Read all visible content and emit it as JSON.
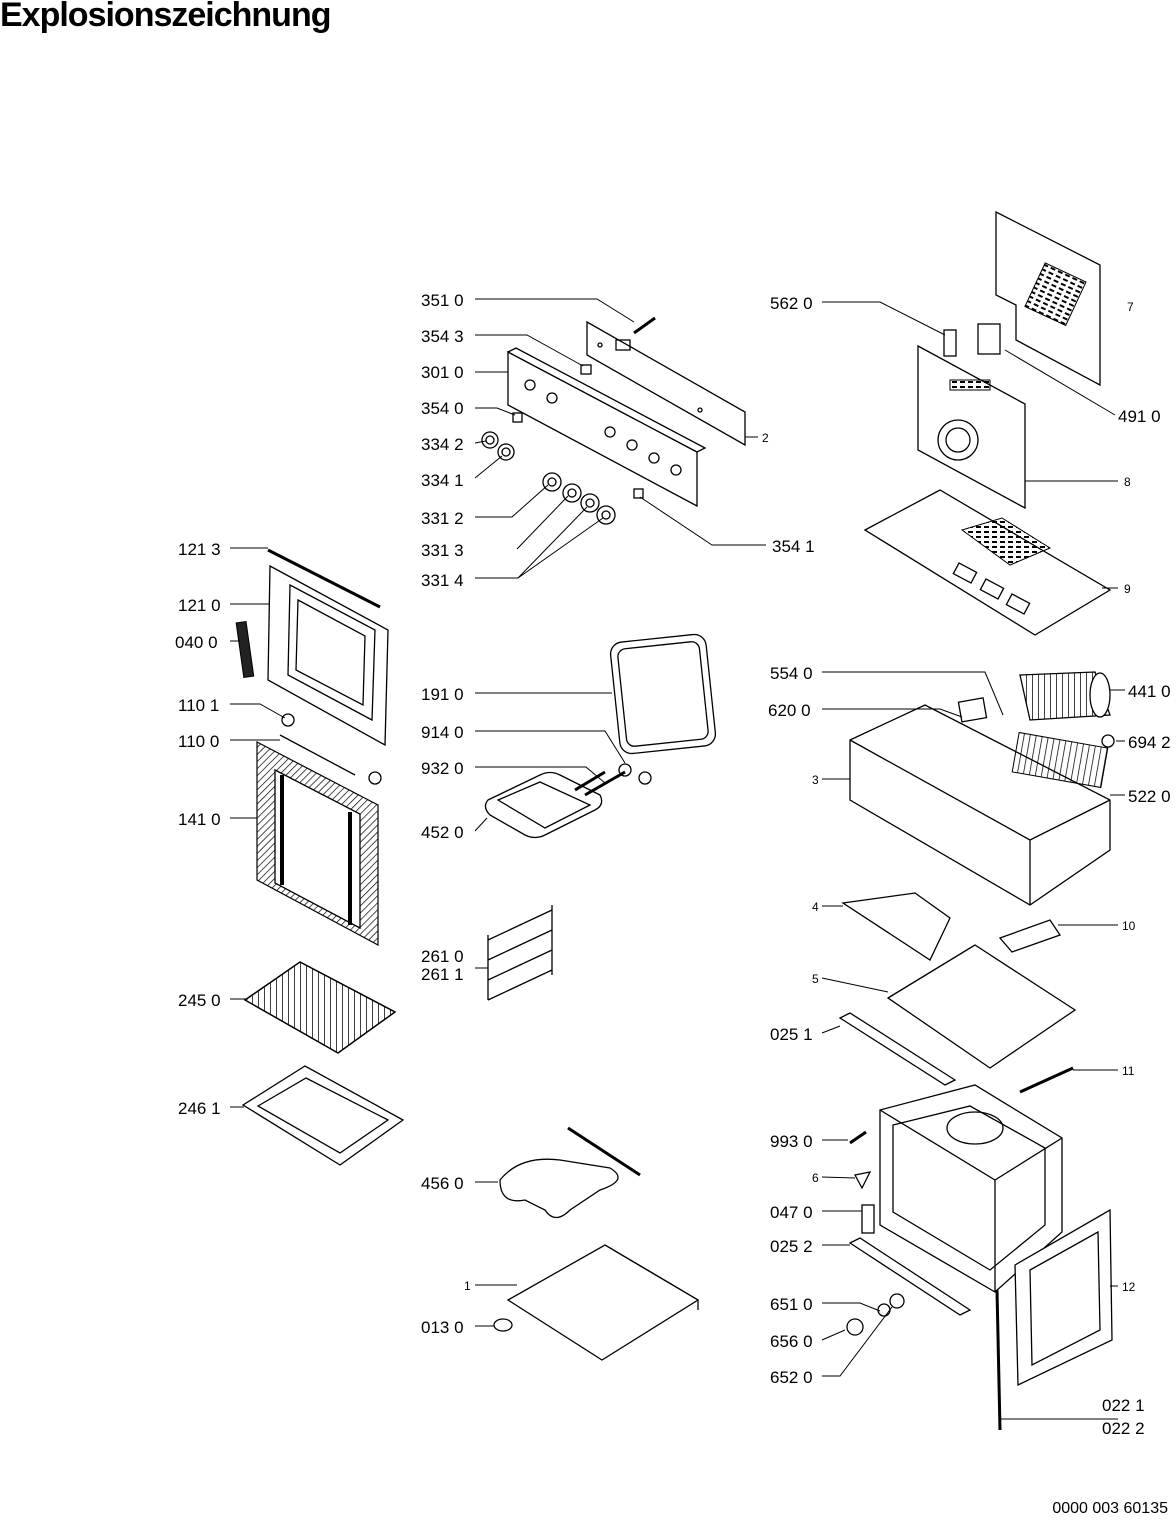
{
  "title": "Explosionszeichnung",
  "document_number": "0000 003 60135",
  "labels": {
    "p3510": "351 0",
    "p3543": "354 3",
    "p3010": "301 0",
    "p3540": "354 0",
    "p3342": "334 2",
    "p3341": "334 1",
    "p3312": "331 2",
    "p3313": "331 3",
    "p3314": "331 4",
    "p3541": "354 1",
    "p2": "2",
    "p1213": "121 3",
    "p1210": "121 0",
    "p0400": "040 0",
    "p1101": "110 1",
    "p1100": "110 0",
    "p1410": "141 0",
    "p2450": "245 0",
    "p2461": "246 1",
    "p1910": "191 0",
    "p9140": "914 0",
    "p9320": "932 0",
    "p4520": "452 0",
    "p2610": "261 0",
    "p2611": "261 1",
    "p4560": "456 0",
    "p1": "1",
    "p0130": "013 0",
    "p5620": "562 0",
    "p7": "7",
    "p4910": "491 0",
    "p8": "8",
    "p9": "9",
    "p5540": "554 0",
    "p6200": "620 0",
    "p4410": "441 0",
    "p6942": "694 2",
    "p3": "3",
    "p5220": "522 0",
    "p4": "4",
    "p10": "10",
    "p5": "5",
    "p0251": "025 1",
    "p11": "11",
    "p9930": "993 0",
    "p6": "6",
    "p0470": "047 0",
    "p0252": "025 2",
    "p12": "12",
    "p6510": "651 0",
    "p6560": "656 0",
    "p6520": "652 0",
    "p0221": "022 1",
    "p0222": "022 2"
  }
}
